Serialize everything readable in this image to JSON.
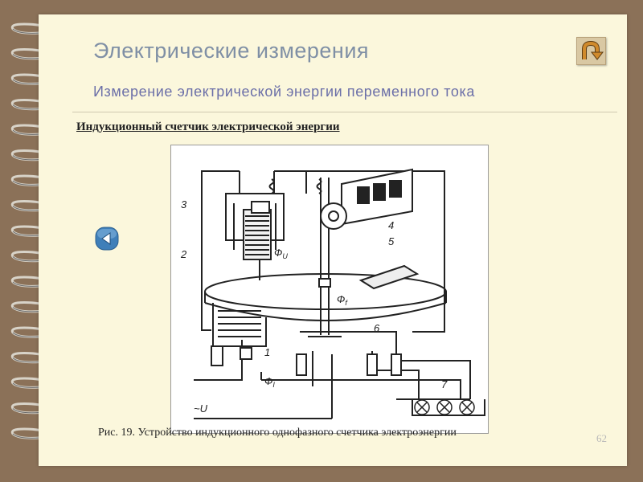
{
  "slide": {
    "title": "Электрические измерения",
    "subtitle": "Измерение электрической энергии переменного тока",
    "section_title": "Индукционный счетчик электрической энергии",
    "caption": "Рис. 19. Устройство индукционного однофазного счетчика электроэнергии",
    "page_number": "62"
  },
  "figure": {
    "labels": {
      "n1": "1",
      "n2": "2",
      "n3": "3",
      "n4": "4",
      "n5": "5",
      "n6": "6",
      "n7": "7",
      "phi_u": "Ф",
      "phi_u_sub": "U",
      "phi_f": "Ф",
      "phi_f_sub": "f",
      "phi_i": "Ф",
      "phi_i_sub": "I",
      "voltage": "~U"
    }
  },
  "icons": {
    "back": "u-turn-arrow-icon",
    "prev": "left-triangle-icon",
    "binding": "spiral-binding-icon"
  },
  "colors": {
    "background": "#8b7158",
    "page": "#fbf7dc",
    "title": "#7f8fa5",
    "subtitle": "#6b6fa8",
    "back_arrow": "#b47020",
    "nav_button": "#3f7fb9"
  }
}
